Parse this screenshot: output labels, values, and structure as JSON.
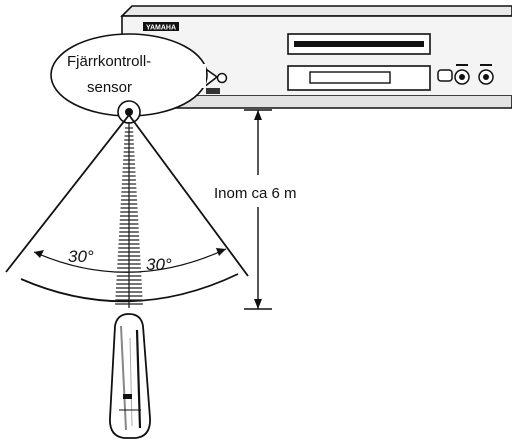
{
  "device": {
    "brand": "YAMAHA"
  },
  "sensor_label": {
    "line1": "Fjärrkontroll-",
    "line2": "sensor"
  },
  "distance_label": "Inom ca 6 m",
  "angles": {
    "left": "30°",
    "right": "30°"
  },
  "colors": {
    "line": "#111111",
    "panel": "#f2f2f2",
    "background": "#ffffff"
  }
}
